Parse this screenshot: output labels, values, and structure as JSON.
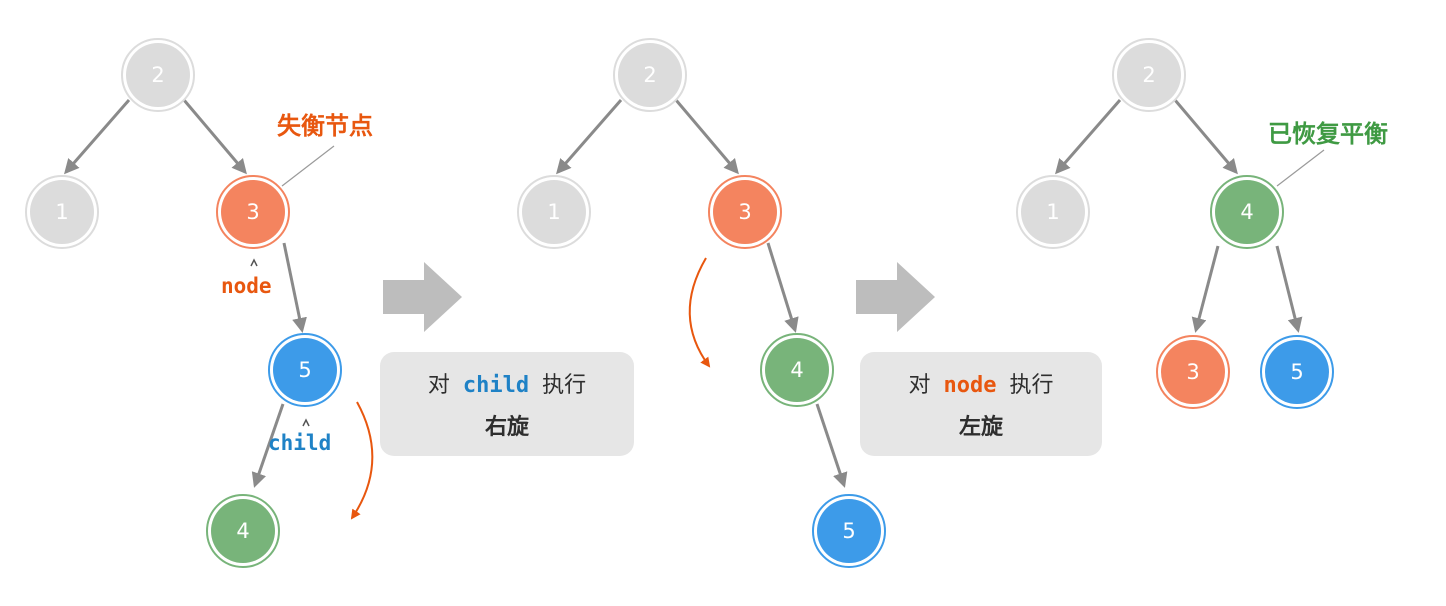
{
  "panels": [
    {
      "nodes": [
        "2",
        "1",
        "3",
        "5",
        "4"
      ],
      "annotation": "失衡节点",
      "pointer_node": "node",
      "pointer_child": "child"
    },
    {
      "nodes": [
        "2",
        "1",
        "3",
        "4",
        "5"
      ]
    },
    {
      "nodes": [
        "2",
        "1",
        "4",
        "3",
        "5"
      ],
      "annotation": "已恢复平衡"
    }
  ],
  "steps": [
    {
      "prefix": "对",
      "code": "child",
      "suffix": "执行",
      "action": "右旋"
    },
    {
      "prefix": "对",
      "code": "node",
      "suffix": "执行",
      "action": "左旋"
    }
  ],
  "colors": {
    "inactive": "#dcdcdc",
    "unbalanced": "#f4845f",
    "child": "#3d9be9",
    "grandchild": "#78b47a",
    "edge": "#8a8a8a",
    "arrow_block": "#bdbdbd",
    "rotation_arrow": "#e8570f",
    "step_box": "#e6e6e6"
  }
}
